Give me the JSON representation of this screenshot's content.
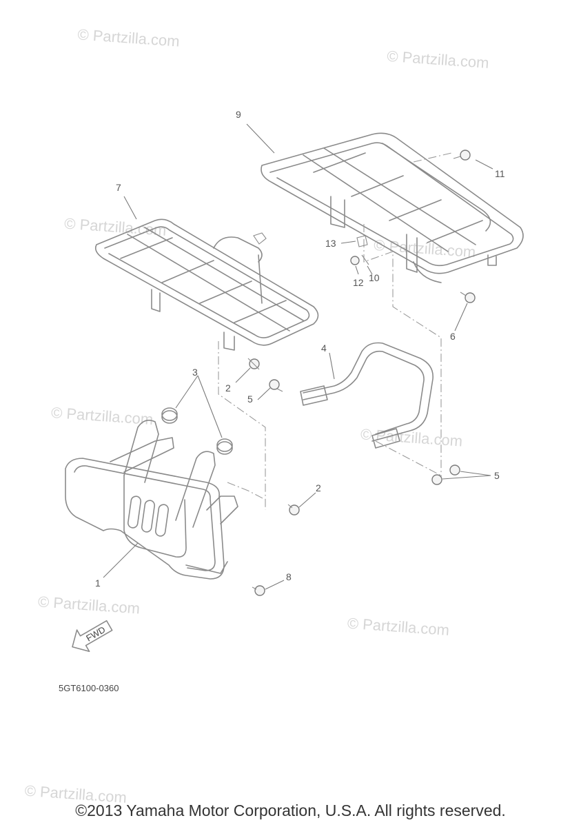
{
  "watermarks": [
    "© Partzilla.com",
    "© Partzilla.com",
    "© Partzilla.com",
    "© Partzilla.com",
    "© Partzilla.com",
    "© Partzilla.com",
    "© Partzilla.com",
    "© Partzilla.com",
    "© Partzilla.com"
  ],
  "callouts": {
    "c1": "1",
    "c2a": "2",
    "c2b": "2",
    "c3": "3",
    "c4": "4",
    "c5a": "5",
    "c5b": "5",
    "c6": "6",
    "c7": "7",
    "c8": "8",
    "c9": "9",
    "c10": "10",
    "c11": "11",
    "c12": "12",
    "c13": "13"
  },
  "fwd_label": "FWD",
  "diagram_code": "5GT6100-0360",
  "copyright": "©2013 Yamaha Motor Corporation, U.S.A. All rights reserved."
}
